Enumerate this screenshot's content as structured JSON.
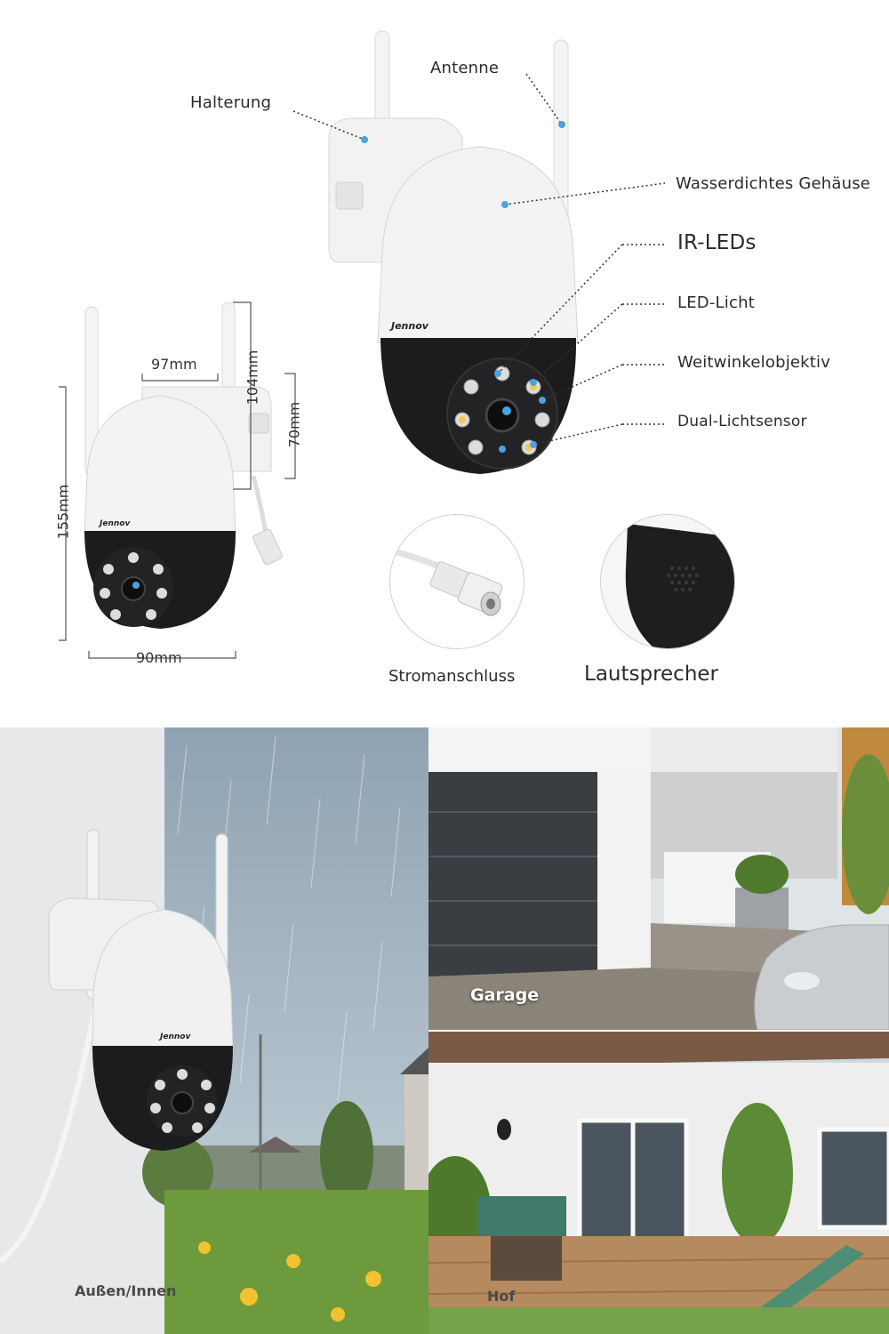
{
  "brand": "Jennov",
  "features": {
    "antenne": "Antenne",
    "halterung": "Halterung",
    "gehaeuse": "Wasserdichtes Gehäuse",
    "ir_leds": "IR-LEDs",
    "led_licht": "LED-Licht",
    "objektiv": "Weitwinkelobjektiv",
    "lichtsensor": "Dual-Lichtsensor"
  },
  "dimensions": {
    "width_top": "97mm",
    "height_mount": "104mm",
    "height_side": "70mm",
    "height_total": "155mm",
    "width_base": "90mm"
  },
  "details": {
    "power": "Stromanschluss",
    "speaker": "Lautsprecher"
  },
  "scenes": {
    "indoor_outdoor": "Außen/Innen",
    "garage": "Garage",
    "yard": "Hof"
  },
  "colors": {
    "camera_white": "#f2f2f2",
    "camera_black": "#1c1c1e",
    "led_blue": "#4aa3df"
  }
}
